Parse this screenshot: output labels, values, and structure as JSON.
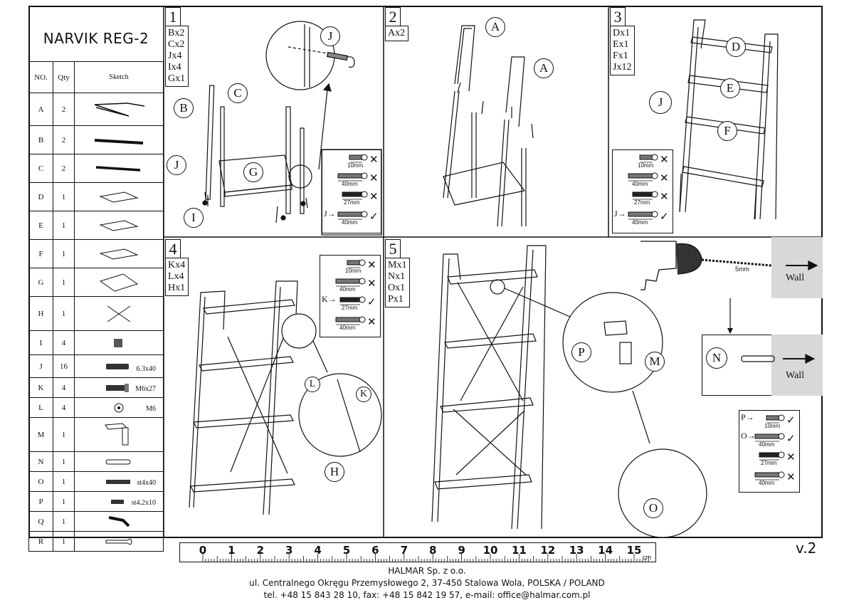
{
  "header": {
    "title": "NARVIK REG-2"
  },
  "parts_table": {
    "headers": {
      "no": "NO.",
      "qty": "Qty",
      "sketch": "Sketch"
    },
    "rows": [
      {
        "id": "A",
        "qty": "2",
        "size": ""
      },
      {
        "id": "B",
        "qty": "2",
        "size": ""
      },
      {
        "id": "C",
        "qty": "2",
        "size": ""
      },
      {
        "id": "D",
        "qty": "1",
        "size": ""
      },
      {
        "id": "E",
        "qty": "1",
        "size": ""
      },
      {
        "id": "F",
        "qty": "1",
        "size": ""
      },
      {
        "id": "G",
        "qty": "1",
        "size": ""
      },
      {
        "id": "H",
        "qty": "1",
        "size": ""
      },
      {
        "id": "I",
        "qty": "4",
        "size": ""
      },
      {
        "id": "J",
        "qty": "16",
        "size": "6.3x40"
      },
      {
        "id": "K",
        "qty": "4",
        "size": "M6x27"
      },
      {
        "id": "L",
        "qty": "4",
        "size": "M6"
      },
      {
        "id": "M",
        "qty": "1",
        "size": ""
      },
      {
        "id": "N",
        "qty": "1",
        "size": ""
      },
      {
        "id": "O",
        "qty": "1",
        "size": "st4x40"
      },
      {
        "id": "P",
        "qty": "1",
        "size": "st4.2x10"
      },
      {
        "id": "Q",
        "qty": "1",
        "size": ""
      },
      {
        "id": "R",
        "qty": "1",
        "size": ""
      }
    ]
  },
  "steps": [
    {
      "number": "1",
      "counts": [
        "Bx2",
        "Cx2",
        "Jx4",
        "Ix4",
        "Gx1"
      ],
      "labels": [
        "B",
        "C",
        "J",
        "G",
        "I",
        "J"
      ]
    },
    {
      "number": "2",
      "counts": [
        "Ax2"
      ],
      "labels": [
        "A",
        "A"
      ]
    },
    {
      "number": "3",
      "counts": [
        "Dx1",
        "Ex1",
        "Fx1",
        "Jx12"
      ],
      "labels": [
        "D",
        "E",
        "F",
        "J"
      ]
    },
    {
      "number": "4",
      "counts": [
        "Kx4",
        "Lx4",
        "Hx1"
      ],
      "labels": [
        "L",
        "K",
        "H"
      ]
    },
    {
      "number": "5",
      "counts": [
        "Mx1",
        "Nx1",
        "Ox1",
        "Px1"
      ],
      "labels": [
        "P",
        "M",
        "O"
      ]
    }
  ],
  "screw_legend": {
    "lengths": [
      "10mm",
      "40mm",
      "27mm",
      "40mm"
    ],
    "pointers": {
      "step1": "J",
      "step3": "J",
      "step4": "K",
      "step5_p": "P",
      "step5_o": "O"
    }
  },
  "wall_panel": {
    "drill": "5mm",
    "wall": "Wall",
    "plug_label": "N"
  },
  "ruler": {
    "numbers": [
      "0",
      "1",
      "2",
      "3",
      "4",
      "5",
      "6",
      "7",
      "8",
      "9",
      "10",
      "11",
      "12",
      "13",
      "14",
      "15"
    ],
    "unit": "cm"
  },
  "version": "v.2",
  "footer": {
    "company": "HALMAR Sp. z o.o.",
    "address": "ul. Centralnego Okręgu Przemysłowego 2, 37-450 Stalowa Wola, POLSKA / POLAND",
    "contact": "tel. +48 15 843 28 10, fax: +48 15 842 19 57, e-mail: office@halmar.com.pl"
  },
  "colors": {
    "ink": "#111111",
    "wall": "#d8d8d8"
  }
}
